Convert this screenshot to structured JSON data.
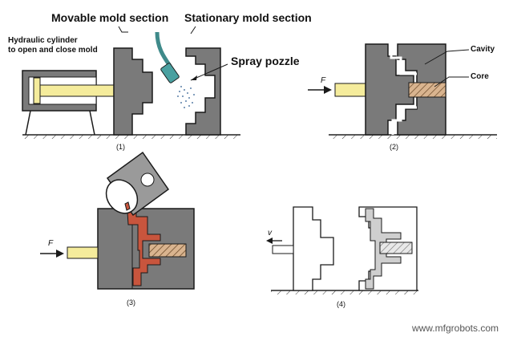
{
  "labels": {
    "movable": "Movable mold section",
    "stationary": "Stationary mold section",
    "hydraulic_line1": "Hydraulic cylinder",
    "hydraulic_line2": "to open and close mold",
    "spray": "Spray pozzle",
    "cavity": "Cavity",
    "core": "Core",
    "force_2": "F",
    "force_3": "F",
    "velocity_4": "v"
  },
  "step_captions": [
    "(1)",
    "(2)",
    "(3)",
    "(4)"
  ],
  "watermark": "www.mfgrobots.com",
  "colors": {
    "mold_gray": "#7a7a7a",
    "rod_yellow": "#f5ec9c",
    "molten_metal": "#c8553d",
    "core_hatch": "#c8a37c",
    "outline": "#1a1a1a",
    "nozzle_teal": "#3f8a8a"
  }
}
